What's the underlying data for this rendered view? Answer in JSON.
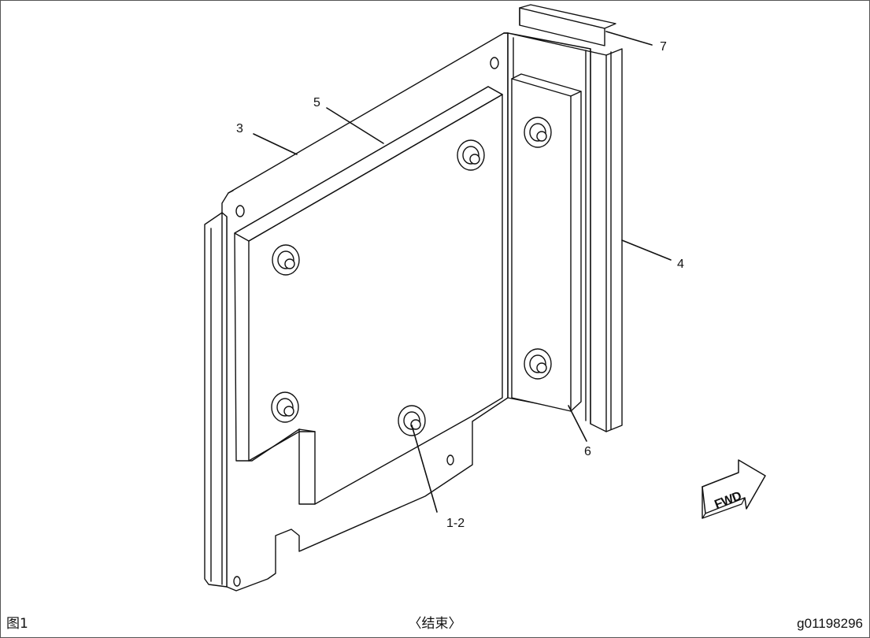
{
  "callouts": {
    "c1": "1-2",
    "c3": "3",
    "c4": "4",
    "c5": "5",
    "c6": "6",
    "c7": "7"
  },
  "direction_arrow": "FWD",
  "footer": {
    "figure": "图1",
    "end": "〈结束〉",
    "code": "g01198296"
  }
}
